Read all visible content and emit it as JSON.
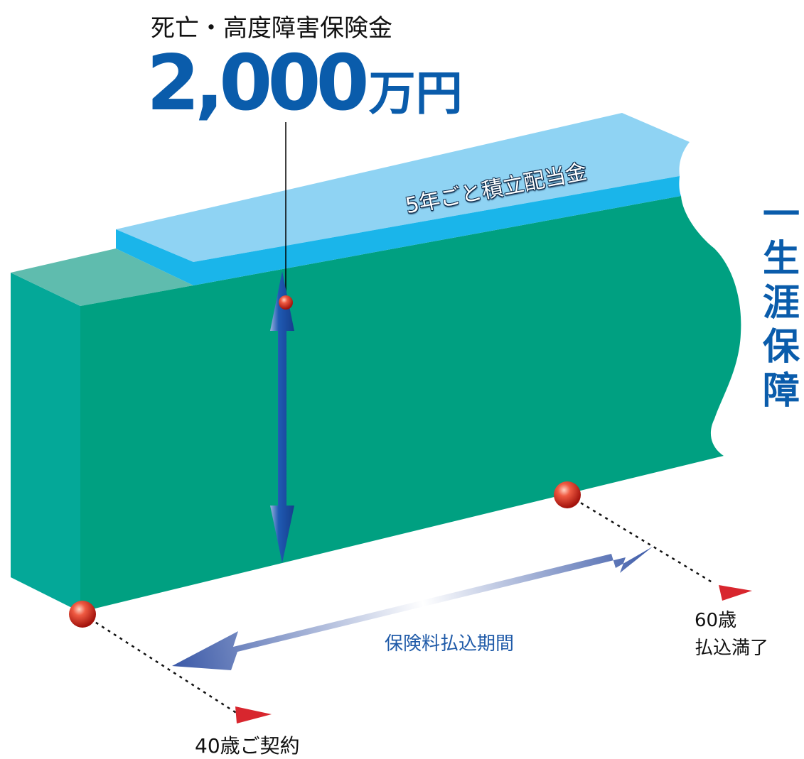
{
  "benefit": {
    "title": "死亡・高度障害保険金",
    "amount": "2,000",
    "unit": "万円"
  },
  "dividend_label": "5年ごと積立配当金",
  "lifetime_coverage": [
    "一",
    "生",
    "涯",
    "保",
    "障"
  ],
  "premium_period_label": "保険料払込期間",
  "timeline": {
    "start_label": "40歳ご契約",
    "end_age_label": "60歳",
    "end_status_label": "払込満了"
  },
  "colors": {
    "block_front": "#00a081",
    "block_side": "#04a898",
    "block_top": "#5fbcae",
    "dividend_top": "#8fd3f3",
    "dividend_front": "#1ab5ea",
    "accent_blue": "#0a5cab",
    "marker_red": "#d8262e"
  }
}
